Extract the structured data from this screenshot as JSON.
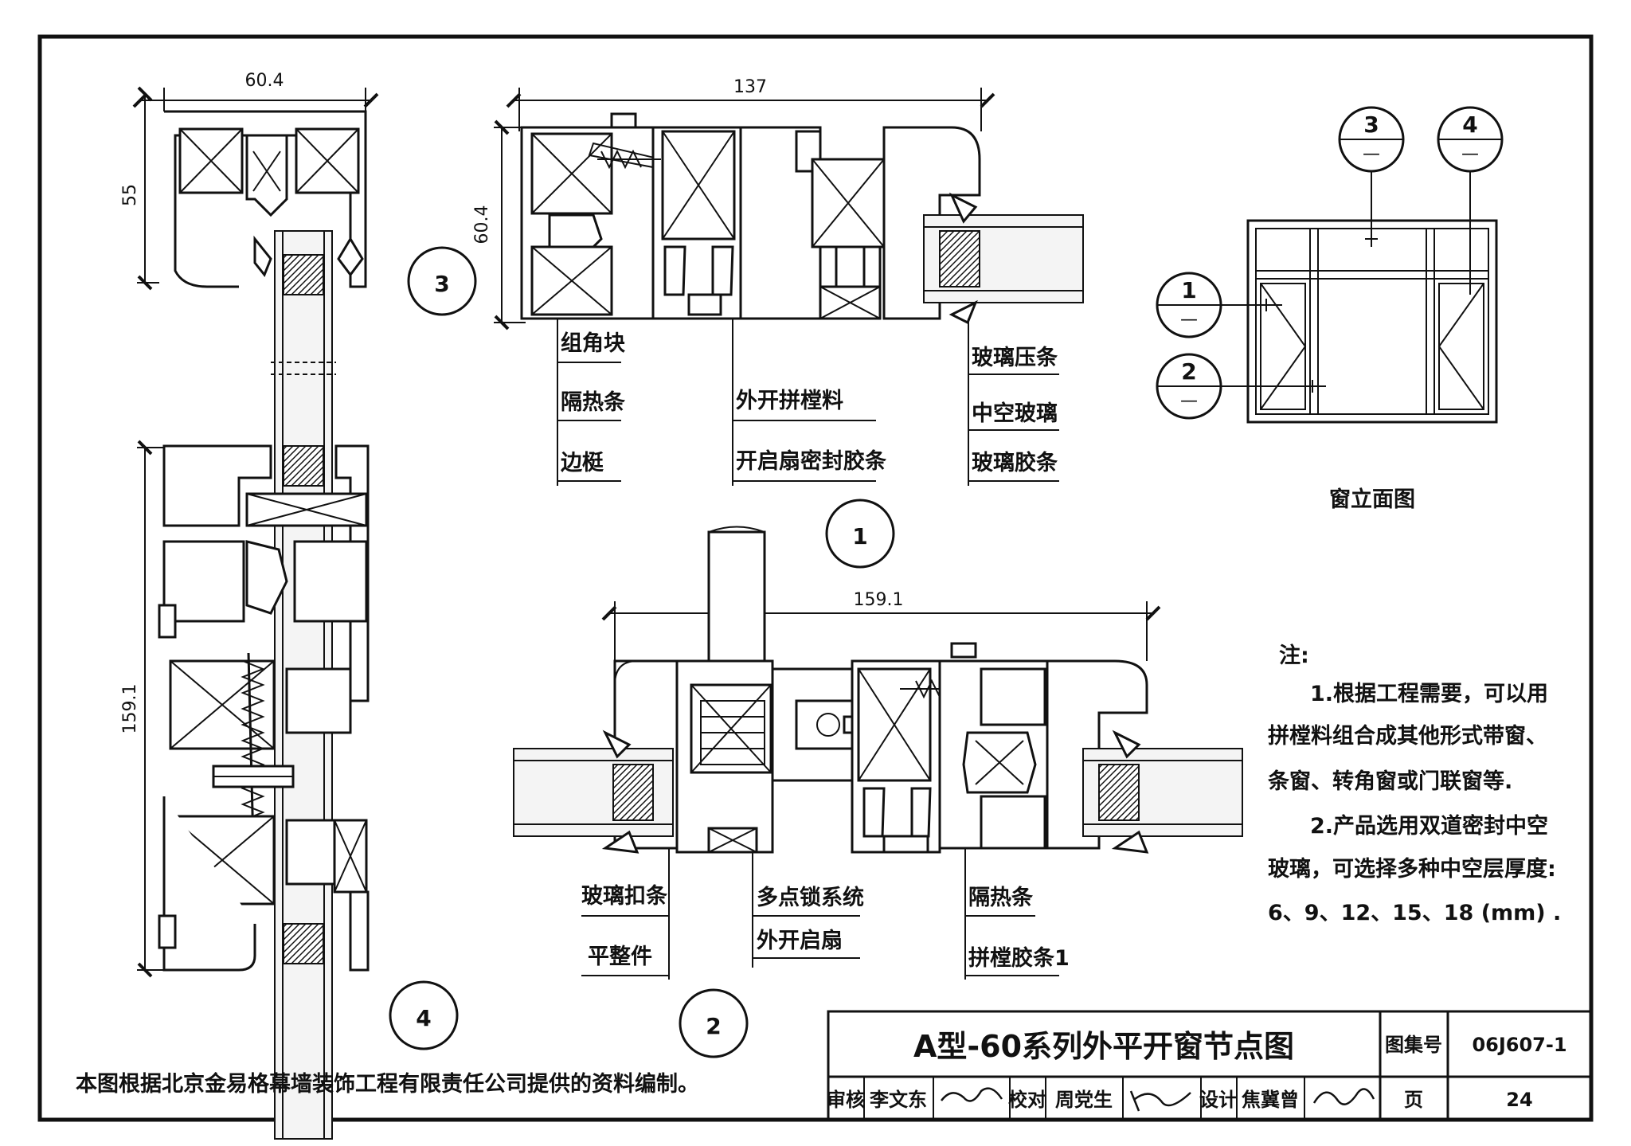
{
  "drawing": {
    "details": {
      "d1": {
        "callout": "1",
        "dim_width": "137",
        "dim_height": "60.4",
        "labels_left": [
          "组角块",
          "隔热条",
          "边梃"
        ],
        "labels_mid": [
          "外开拼樘料",
          "开启扇密封胶条"
        ],
        "labels_right": [
          "玻璃压条",
          "中空玻璃",
          "玻璃胶条"
        ]
      },
      "d2": {
        "callout": "2",
        "dim_width": "159.1",
        "labels_left": [
          "玻璃扣条",
          "平整件"
        ],
        "labels_mid": [
          "多点锁系统",
          "外开启扇"
        ],
        "labels_right": [
          "隔热条",
          "拼樘胶条1"
        ]
      },
      "d3": {
        "callout": "3"
      },
      "d4": {
        "callout": "4",
        "dim_top_width": "60.4",
        "dim_top_height": "55",
        "dim_lower_height": "159.1"
      }
    },
    "elevation": {
      "title": "窗立面图",
      "markers": [
        {
          "num": "3",
          "den": "—"
        },
        {
          "num": "4",
          "den": "—"
        },
        {
          "num": "1",
          "den": "—"
        },
        {
          "num": "2",
          "den": "—"
        }
      ]
    },
    "notes": {
      "heading": "注:",
      "lines": [
        "1.根据工程需要，可以用",
        "拼樘料组合成其他形式带窗、",
        "条窗、转角窗或门联窗等.",
        "2.产品选用双道密封中空",
        "玻璃，可选择多种中空层厚度:",
        "6、9、12、15、18 (mm) ."
      ]
    },
    "source_note": "本图根据北京金易格幕墙装饰工程有限责任公司提供的资料编制。",
    "title_block": {
      "title": "A型-60系列外平开窗节点图",
      "atlas_label": "图集号",
      "atlas_no": "06J607-1",
      "review_label": "审核",
      "reviewer": "李文东",
      "check_label": "校对",
      "checker": "周党生",
      "design_label": "设计",
      "designer": "焦冀曾",
      "page_label": "页",
      "page_no": "24"
    }
  }
}
